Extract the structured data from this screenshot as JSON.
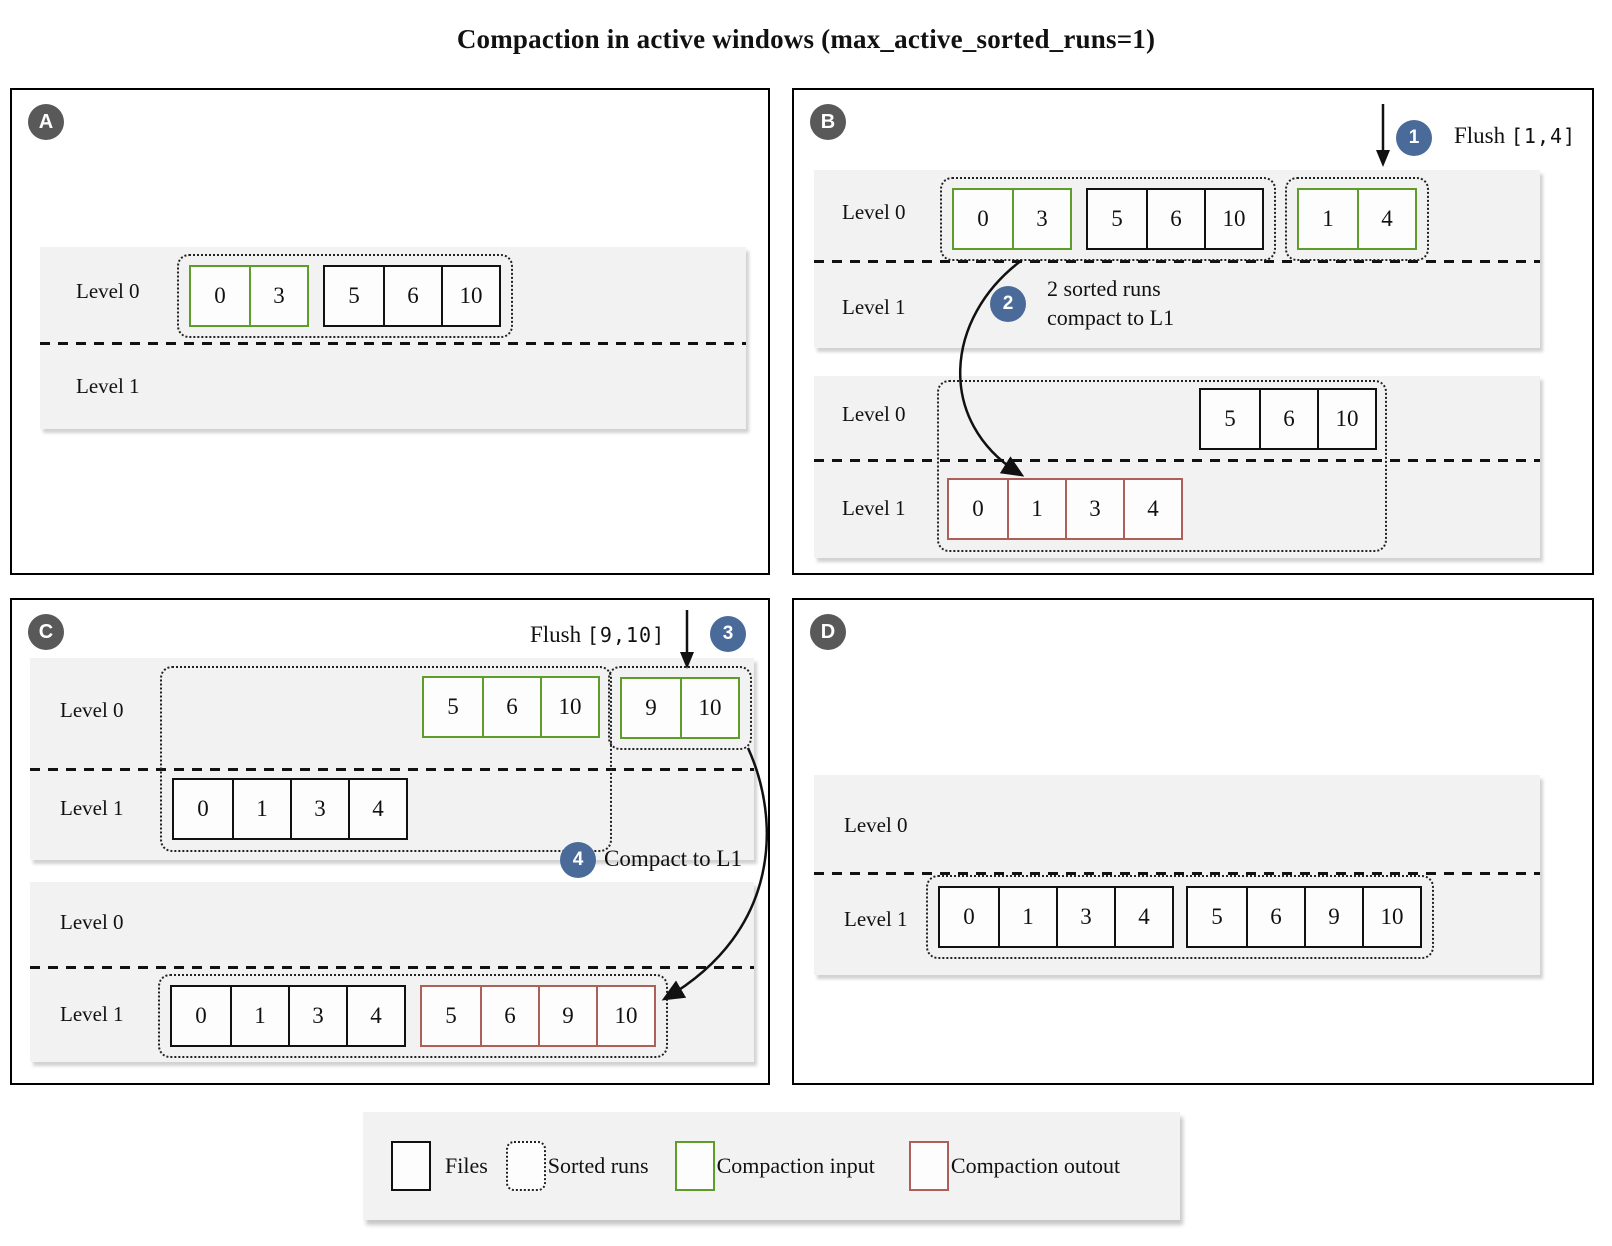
{
  "title": "Compaction in active windows (max_active_sorted_runs=1)",
  "labels": {
    "level0": "Level 0",
    "level1": "Level 1"
  },
  "colors": {
    "files_border": "#111111",
    "compaction_input": "#5e9c2c",
    "compaction_output": "#ae5f58",
    "step_badge": "#4a6b99",
    "panel_badge": "#595959",
    "band_background": "#f2f2f2"
  },
  "panels": {
    "A": {
      "badge": "A",
      "state1": {
        "runA": [
          "0",
          "3"
        ],
        "runB": [
          "5",
          "6",
          "10"
        ]
      }
    },
    "B": {
      "badge": "B",
      "step1": {
        "num": "1",
        "action": "Flush",
        "range": "[1,4]"
      },
      "step2": {
        "num": "2",
        "line1": "2 sorted runs",
        "line2": "compact to L1"
      },
      "state1": {
        "runA": [
          "0",
          "3"
        ],
        "runB": [
          "5",
          "6",
          "10"
        ],
        "runC": [
          "1",
          "4"
        ]
      },
      "state2": {
        "runA": [
          "5",
          "6",
          "10"
        ],
        "runB": [
          "0",
          "1",
          "3",
          "4"
        ]
      }
    },
    "C": {
      "badge": "C",
      "step3": {
        "num": "3",
        "action": "Flush",
        "range": "[9,10]"
      },
      "step4": {
        "num": "4",
        "action": "Compact to L1"
      },
      "state1": {
        "runA": [
          "5",
          "6",
          "10"
        ],
        "runB": [
          "9",
          "10"
        ],
        "runC": [
          "0",
          "1",
          "3",
          "4"
        ]
      },
      "state2": {
        "runA": [
          "0",
          "1",
          "3",
          "4"
        ],
        "runB": [
          "5",
          "6",
          "9",
          "10"
        ]
      }
    },
    "D": {
      "badge": "D",
      "state1": {
        "runA": [
          "0",
          "1",
          "3",
          "4"
        ],
        "runB": [
          "5",
          "6",
          "9",
          "10"
        ]
      }
    }
  },
  "legend": {
    "files": "Files",
    "sorted_runs": "Sorted runs",
    "compaction_input": "Compaction input",
    "compaction_output": "Compaction outout"
  }
}
